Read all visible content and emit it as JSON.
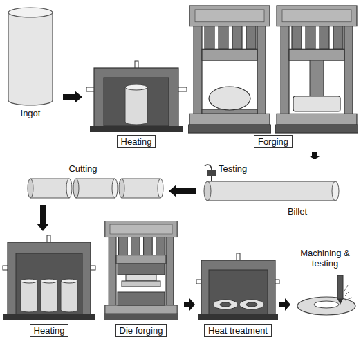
{
  "diagram": {
    "nodes": [
      {
        "text": [
          "Ingot"
        ]
      },
      {
        "text": [
          "Heating"
        ]
      },
      {
        "text": [
          "Forging"
        ]
      },
      {
        "text": [
          "Billet"
        ]
      },
      {
        "text": [
          "Cutting"
        ]
      },
      {
        "text": [
          "Heating"
        ]
      },
      {
        "text": [
          "Die forging"
        ]
      },
      {
        "text": [
          "Heat treatment"
        ]
      },
      {
        "text": [
          "Machining & testing"
        ]
      }
    ],
    "edges": [
      {
        "from": 0,
        "to": 1,
        "arrow": "to"
      },
      {
        "from": 2,
        "to": 3,
        "arrow": "to"
      },
      {
        "from": 3,
        "to": 4,
        "arrow": "to"
      },
      {
        "from": 4,
        "to": 5,
        "arrow": "to"
      },
      {
        "from": 6,
        "to": 7,
        "arrow": "to"
      },
      {
        "from": 7,
        "to": 8,
        "arrow": "to"
      }
    ],
    "labels": [
      "Testing"
    ]
  }
}
